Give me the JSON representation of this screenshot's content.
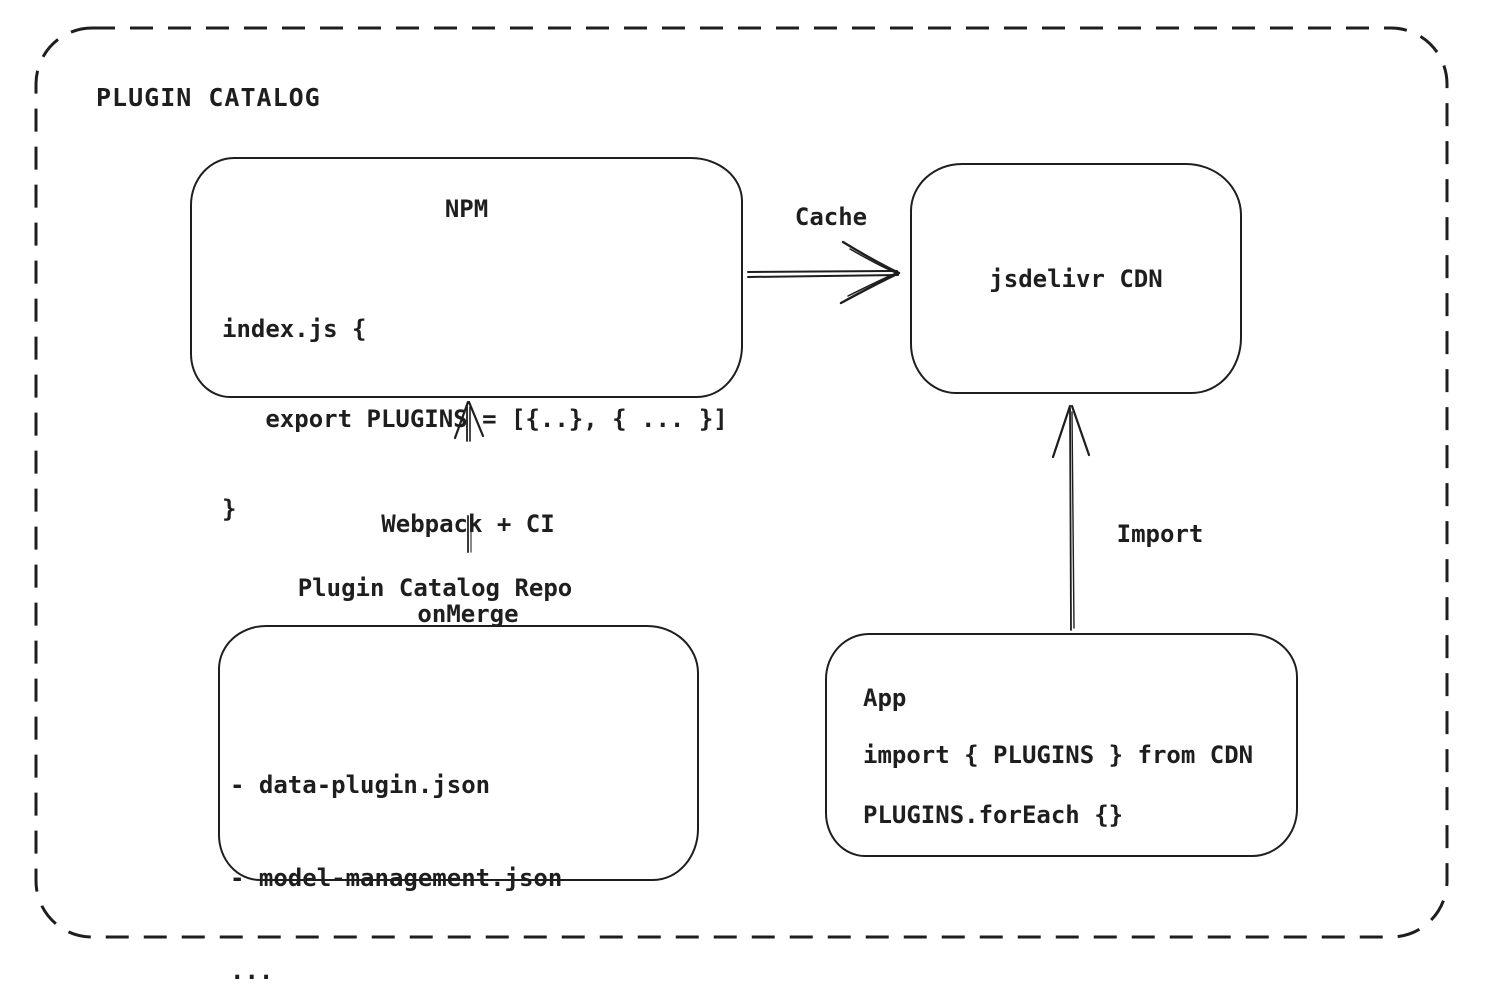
{
  "title": "PLUGIN CATALOG",
  "colors": {
    "ink": "#1e1e1e",
    "background": "#ffffff"
  },
  "nodes": {
    "npm": {
      "title": "NPM",
      "code_lines": [
        "index.js {",
        "   export PLUGINS = [{..}, { ... }]",
        "}"
      ]
    },
    "cdn": {
      "title": "jsdelivr CDN"
    },
    "repo": {
      "title": "Plugin Catalog Repo",
      "files": [
        "- data-plugin.json",
        "- model-management.json",
        "..."
      ]
    },
    "app": {
      "title": "App",
      "code_lines": [
        "import { PLUGINS } from CDN",
        "PLUGINS.forEach {}"
      ]
    }
  },
  "edges": {
    "cache": {
      "label": "Cache",
      "from": "NPM",
      "to": "jsdelivr CDN"
    },
    "build": {
      "label_lines": [
        "Webpack + CI",
        "onMerge"
      ],
      "from": "Plugin Catalog Repo",
      "to": "NPM"
    },
    "import": {
      "label": "Import",
      "from": "App",
      "to": "jsdelivr CDN"
    }
  }
}
